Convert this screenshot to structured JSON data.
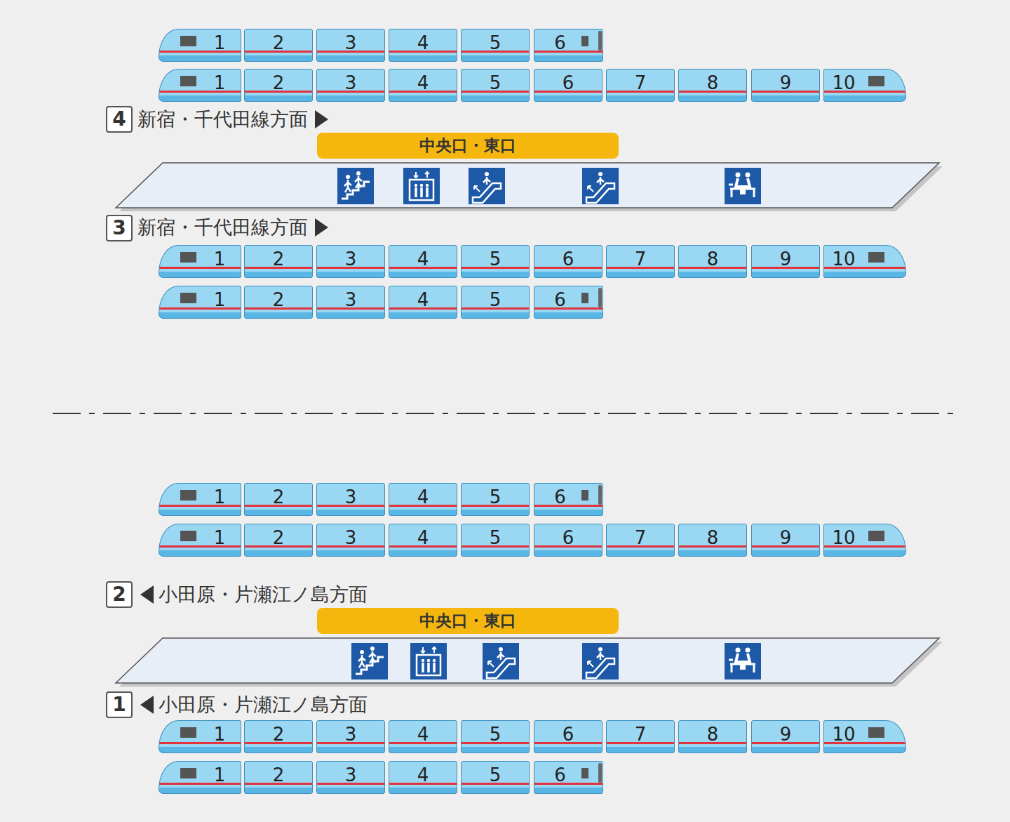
{
  "diagram": {
    "nodes": [
      {
        "text": [
          "1"
        ]
      },
      {
        "text": [
          "2"
        ]
      },
      {
        "text": [
          "3"
        ]
      },
      {
        "text": [
          "4"
        ]
      },
      {
        "text": [
          "5"
        ]
      },
      {
        "text": [
          "6"
        ]
      },
      {
        "text": [
          "1"
        ]
      },
      {
        "text": [
          "2"
        ]
      },
      {
        "text": [
          "3"
        ]
      },
      {
        "text": [
          "4"
        ]
      },
      {
        "text": [
          "5"
        ]
      },
      {
        "text": [
          "6"
        ]
      },
      {
        "text": [
          "7"
        ]
      },
      {
        "text": [
          "8"
        ]
      },
      {
        "text": [
          "9"
        ]
      },
      {
        "text": [
          "10"
        ]
      },
      {
        "text": [
          "4"
        ]
      },
      {
        "text": [
          "中央口・東口"
        ]
      },
      {
        "text": [
          "3"
        ]
      },
      {
        "text": [
          "1"
        ]
      },
      {
        "text": [
          "2"
        ]
      },
      {
        "text": [
          "3"
        ]
      },
      {
        "text": [
          "4"
        ]
      },
      {
        "text": [
          "5"
        ]
      },
      {
        "text": [
          "6"
        ]
      },
      {
        "text": [
          "7"
        ]
      },
      {
        "text": [
          "8"
        ]
      },
      {
        "text": [
          "9"
        ]
      },
      {
        "text": [
          "10"
        ]
      },
      {
        "text": [
          "1"
        ]
      },
      {
        "text": [
          "2"
        ]
      },
      {
        "text": [
          "3"
        ]
      },
      {
        "text": [
          "4"
        ]
      },
      {
        "text": [
          "5"
        ]
      },
      {
        "text": [
          "6"
        ]
      },
      {
        "text": [
          "1"
        ]
      },
      {
        "text": [
          "2"
        ]
      },
      {
        "text": [
          "3"
        ]
      },
      {
        "text": [
          "4"
        ]
      },
      {
        "text": [
          "5"
        ]
      },
      {
        "text": [
          "6"
        ]
      },
      {
        "text": [
          "1"
        ]
      },
      {
        "text": [
          "2"
        ]
      },
      {
        "text": [
          "3"
        ]
      },
      {
        "text": [
          "4"
        ]
      },
      {
        "text": [
          "5"
        ]
      },
      {
        "text": [
          "6"
        ]
      },
      {
        "text": [
          "7"
        ]
      },
      {
        "text": [
          "8"
        ]
      },
      {
        "text": [
          "9"
        ]
      },
      {
        "text": [
          "10"
        ]
      },
      {
        "text": [
          "2"
        ]
      },
      {
        "text": [
          "中央口・東口"
        ]
      },
      {
        "text": [
          "1"
        ]
      },
      {
        "text": [
          "1"
        ]
      },
      {
        "text": [
          "2"
        ]
      },
      {
        "text": [
          "3"
        ]
      },
      {
        "text": [
          "4"
        ]
      },
      {
        "text": [
          "5"
        ]
      },
      {
        "text": [
          "6"
        ]
      },
      {
        "text": [
          "7"
        ]
      },
      {
        "text": [
          "8"
        ]
      },
      {
        "text": [
          "9"
        ]
      },
      {
        "text": [
          "10"
        ]
      },
      {
        "text": [
          "1"
        ]
      },
      {
        "text": [
          "2"
        ]
      },
      {
        "text": [
          "3"
        ]
      },
      {
        "text": [
          "4"
        ]
      },
      {
        "text": [
          "5"
        ]
      },
      {
        "text": [
          "6"
        ]
      }
    ],
    "labels": [
      "新宿・千代田線方面",
      "新宿・千代田線方面",
      "小田原・片瀬江ノ島方面",
      "小田原・片瀬江ノ島方面"
    ]
  }
}
